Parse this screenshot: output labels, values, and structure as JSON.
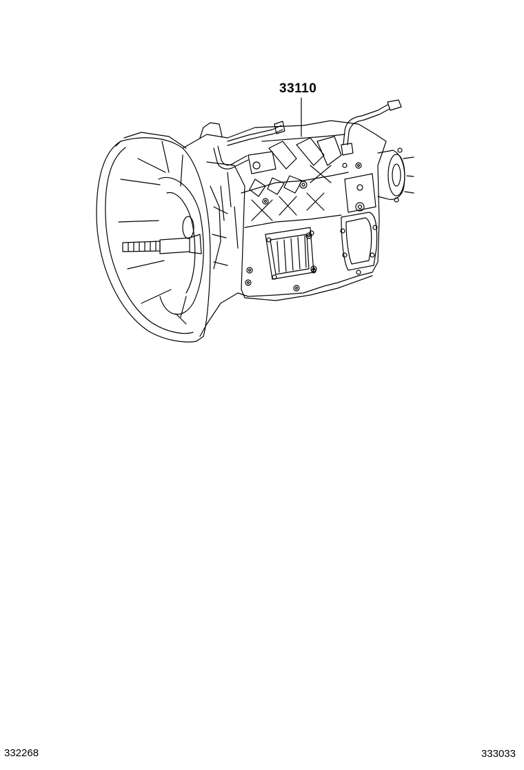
{
  "diagram": {
    "part_callouts": [
      {
        "number": "33110"
      }
    ],
    "illustration": "manual-transmission-assembly",
    "line_color": "#000000",
    "background_color": "#ffffff"
  },
  "footer": {
    "left_code": "332268",
    "right_code": "333033"
  }
}
